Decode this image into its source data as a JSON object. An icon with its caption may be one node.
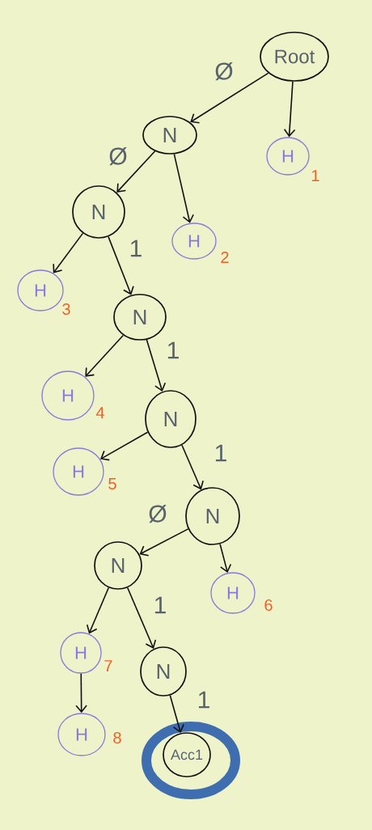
{
  "diagram": {
    "nodes": [
      {
        "text": [
          "Root"
        ]
      },
      {
        "text": [
          "N"
        ]
      },
      {
        "text": [
          "H"
        ],
        "beside": [
          "1"
        ]
      },
      {
        "text": [
          "N"
        ]
      },
      {
        "text": [
          "H"
        ],
        "beside": [
          "2"
        ]
      },
      {
        "text": [
          "H"
        ],
        "beside": [
          "3"
        ]
      },
      {
        "text": [
          "N"
        ]
      },
      {
        "text": [
          "H"
        ],
        "beside": [
          "4"
        ]
      },
      {
        "text": [
          "N"
        ]
      },
      {
        "text": [
          "H"
        ],
        "beside": [
          "5"
        ]
      },
      {
        "text": [
          "N"
        ]
      },
      {
        "text": [
          "N"
        ]
      },
      {
        "text": [
          "H"
        ],
        "beside": [
          "6"
        ]
      },
      {
        "text": [
          "H"
        ],
        "beside": [
          "7"
        ]
      },
      {
        "text": [
          "N"
        ]
      },
      {
        "text": [
          "H"
        ],
        "beside": [
          "8"
        ]
      },
      {
        "text": [
          "Acc1"
        ]
      }
    ],
    "edges": [
      {
        "from": 0,
        "to": 1,
        "arrow": "to",
        "label": "Ø"
      },
      {
        "from": 0,
        "to": 2,
        "arrow": "to"
      },
      {
        "from": 1,
        "to": 3,
        "arrow": "to",
        "label": "Ø"
      },
      {
        "from": 1,
        "to": 4,
        "arrow": "to"
      },
      {
        "from": 3,
        "to": 5,
        "arrow": "to"
      },
      {
        "from": 3,
        "to": 6,
        "arrow": "to",
        "label": "1"
      },
      {
        "from": 6,
        "to": 7,
        "arrow": "to"
      },
      {
        "from": 6,
        "to": 8,
        "arrow": "to",
        "label": "1"
      },
      {
        "from": 8,
        "to": 9,
        "arrow": "to"
      },
      {
        "from": 8,
        "to": 10,
        "arrow": "to",
        "label": "1"
      },
      {
        "from": 10,
        "to": 11,
        "arrow": "to",
        "label": "Ø"
      },
      {
        "from": 10,
        "to": 12,
        "arrow": "to"
      },
      {
        "from": 11,
        "to": 13,
        "arrow": "to"
      },
      {
        "from": 11,
        "to": 14,
        "arrow": "to",
        "label": "1"
      },
      {
        "from": 13,
        "to": 15,
        "arrow": "to"
      },
      {
        "from": 14,
        "to": 16,
        "arrow": "to",
        "label": "1"
      }
    ]
  }
}
